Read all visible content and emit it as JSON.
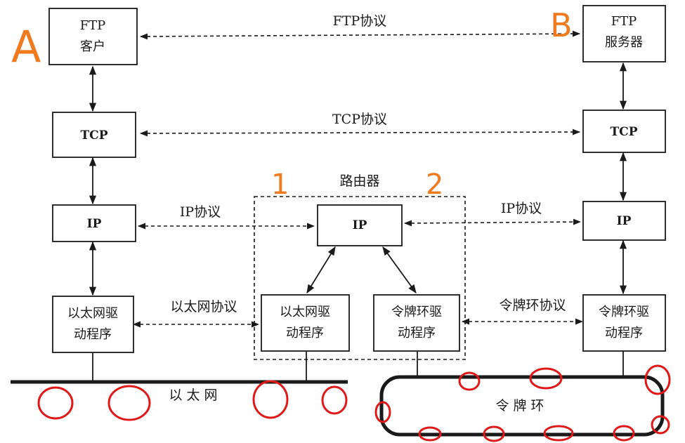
{
  "boxes": {
    "ftp_client_line1": "FTP",
    "ftp_client_line2": "客户",
    "ftp_server_line1": "FTP",
    "ftp_server_line2": "服务器",
    "tcp_left": "TCP",
    "tcp_right": "TCP",
    "ip_left": "IP",
    "ip_router": "IP",
    "ip_right": "IP",
    "eth_driver_left_line1": "以太网驱",
    "eth_driver_left_line2": "动程序",
    "eth_driver_router_line1": "以太网驱",
    "eth_driver_router_line2": "动程序",
    "token_driver_router_line1": "令牌环驱",
    "token_driver_router_line2": "动程序",
    "token_driver_right_line1": "令牌环驱",
    "token_driver_right_line2": "动程序"
  },
  "labels": {
    "ftp_protocol": "FTP协议",
    "tcp_protocol": "TCP协议",
    "ip_protocol_left": "IP协议",
    "ip_protocol_right": "IP协议",
    "ethernet_protocol": "以太网协议",
    "token_ring_protocol": "令牌环协议",
    "router": "路由器",
    "ethernet": "以 太 网",
    "token_ring": "令 牌 环"
  },
  "annotations": {
    "a": "A",
    "b": "B",
    "mark1": "1",
    "mark2": "2"
  },
  "colors": {
    "line": "#1a1a1a",
    "annotation_orange": "#f07a1e",
    "annotation_red": "#e01818"
  }
}
